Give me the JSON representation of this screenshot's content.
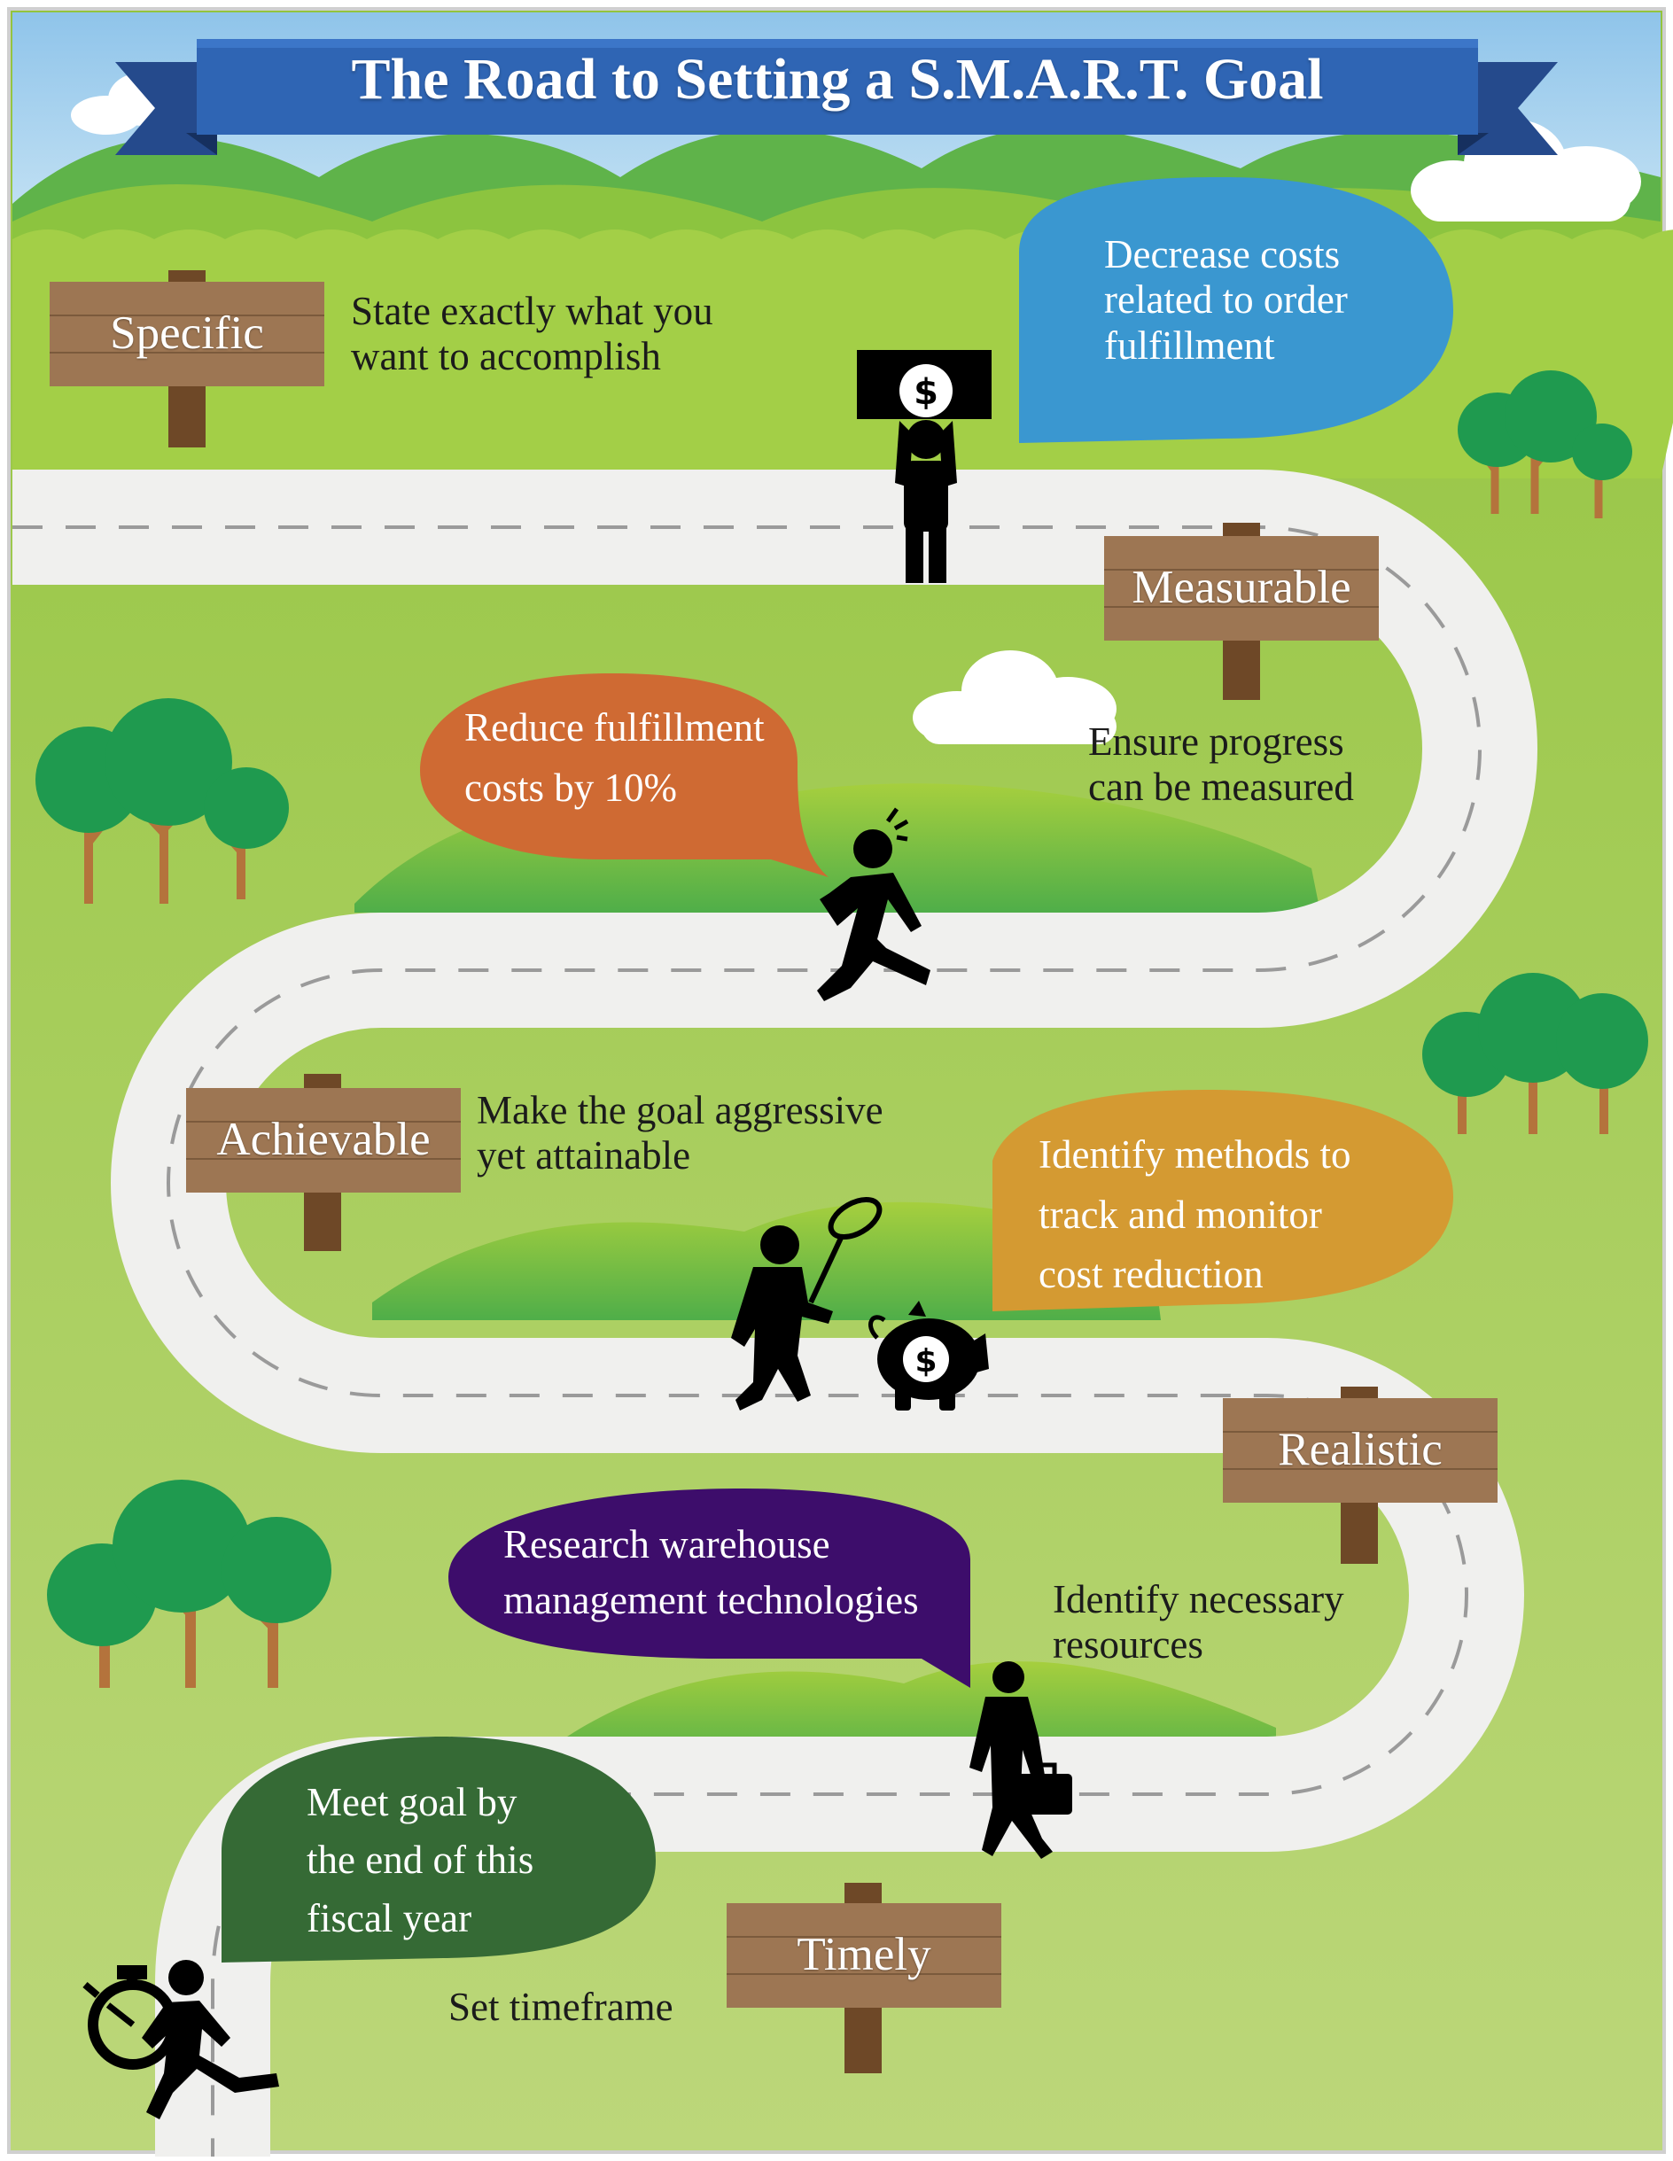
{
  "title": "The Road to Setting a S.M.A.R.T. Goal",
  "steps": [
    {
      "sign": "Specific",
      "description": "State exactly what you\nwant to accomplish",
      "example": "Decrease costs\nrelated to order\nfulfillment",
      "bubble_color": "#3a97d0",
      "figure": "person-holding-dollar-sign-icon"
    },
    {
      "sign": "Measurable",
      "description": "Ensure progress\ncan be measured",
      "example": "Reduce fulfillment\ncosts by 10%",
      "bubble_color": "#cf6a33",
      "figure": "person-running-icon"
    },
    {
      "sign": "Achievable",
      "description": "Make the goal aggressive\nyet attainable",
      "example": "Identify methods to\ntrack and monitor\ncost reduction",
      "bubble_color": "#d49a32",
      "figure": "person-chasing-piggy-bank-icon"
    },
    {
      "sign": "Realistic",
      "description": "Identify necessary\nresources",
      "example": "Research warehouse\nmanagement technologies",
      "bubble_color": "#3d0d6b",
      "figure": "person-with-briefcase-icon"
    },
    {
      "sign": "Timely",
      "description": "Set timeframe",
      "example": "Meet goal by\nthe end of this\nfiscal year",
      "bubble_color": "#356a35",
      "figure": "person-with-stopwatch-icon"
    }
  ],
  "colors": {
    "banner": "#2f65b4",
    "grass": "#9fcb45",
    "road": "#f1f1f1",
    "sign_wood": "#9d7653",
    "tree_foliage": "#1f9a4f",
    "tree_trunk": "#b4733c"
  }
}
